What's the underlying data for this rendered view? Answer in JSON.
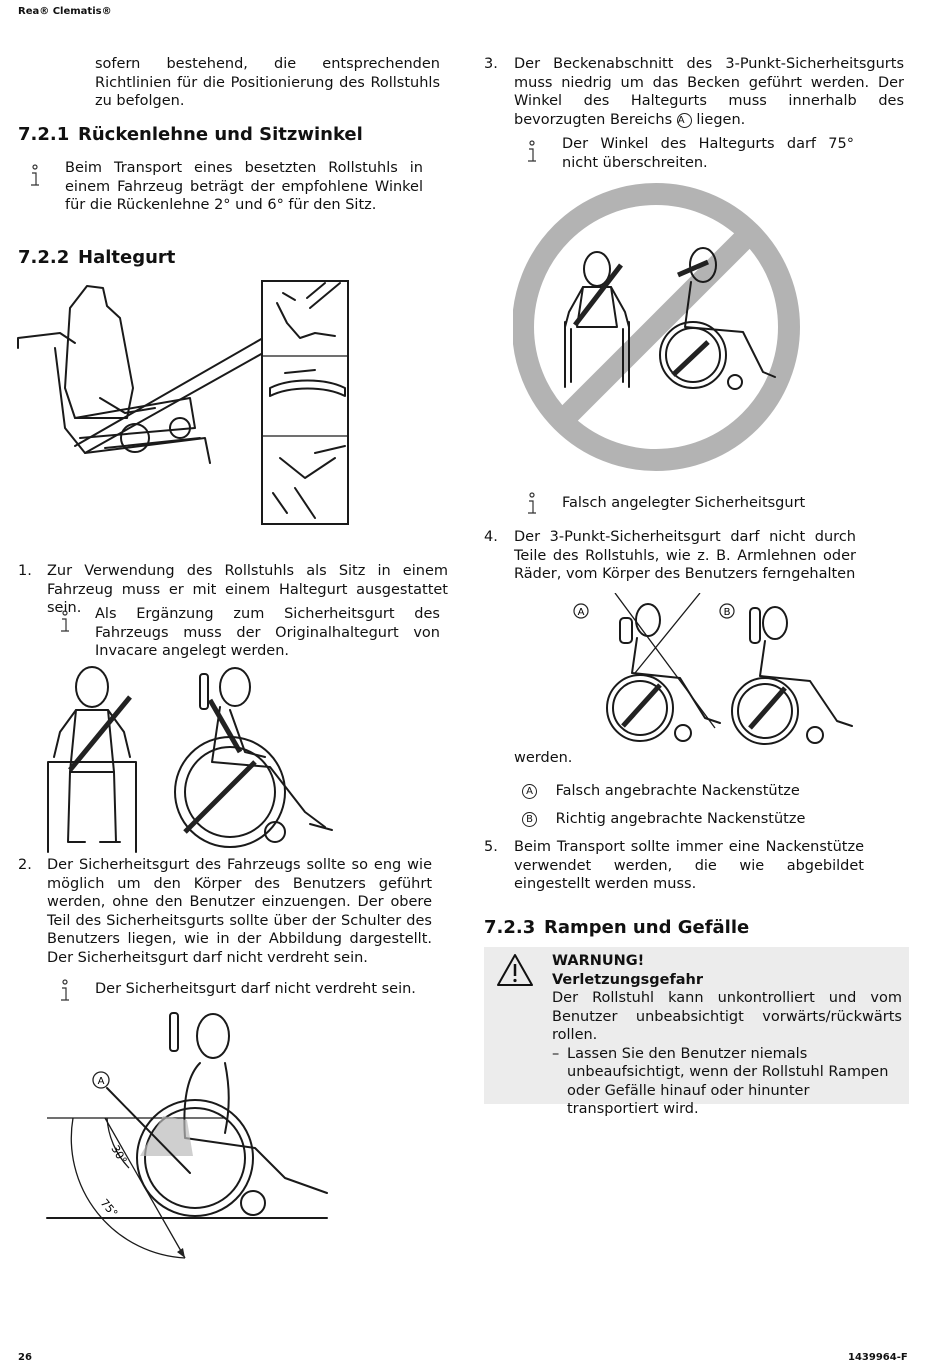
{
  "header": {
    "brand": "Rea® Clematis®"
  },
  "footer": {
    "page_number": "26",
    "doc_number": "1439964-F"
  },
  "left": {
    "intro": "sofern bestehend, die entsprechenden Richtlinien für die Positionierung des Rollstuhls zu befolgen.",
    "s721": {
      "number": "7.2.1",
      "title": "Rückenlehne und Sitzwinkel",
      "info": "Beim Transport eines besetzten Rollstuhls in einem Fahrzeug beträgt der empfohlene Winkel für die Rückenlehne 2° und 6° für den Sitz."
    },
    "s722": {
      "number": "7.2.2",
      "title": "Haltegurt"
    },
    "step1": {
      "num": "1.",
      "text": "Zur Verwendung des Rollstuhls als Sitz in einem Fahrzeug muss er mit einem Haltegurt ausgestattet sein.",
      "info": "Als Ergänzung zum Sicherheitsgurt des Fahrzeugs muss der Originalhaltegurt von Invacare angelegt werden."
    },
    "step2": {
      "num": "2.",
      "text": "Der Sicherheitsgurt des Fahrzeugs sollte so eng wie möglich um den Körper des Benutzers geführt werden, ohne den Benutzer einzuengen. Der obere Teil des Sicherheitsgurts sollte über der Schulter des Benutzers liegen, wie in der Abbildung dargestellt. Der Sicherheitsgurt darf nicht verdreht sein.",
      "info": "Der Sicherheitsgurt darf nicht verdreht sein."
    },
    "angle_figure": {
      "label_a": "A",
      "angle1": "30°",
      "angle2": "75°"
    }
  },
  "right": {
    "step3": {
      "num": "3.",
      "text_before": "Der Beckenabschnitt des 3-Punkt-Sicherheitsgurts muss niedrig um das Becken geführt werden. Der Winkel des Haltegurts muss innerhalb des bevorzugten Bereichs",
      "marker": "A",
      "text_after": "liegen.",
      "info": "Der Winkel des Haltegurts darf 75° nicht überschreiten."
    },
    "wrong_belt_caption": "Falsch angelegter Sicherheitsgurt",
    "step4": {
      "num": "4.",
      "text": "Der 3-Punkt-Sicherheitsgurt darf nicht durch Teile des Rollstuhls, wie z. B. Armlehnen oder Räder, vom Körper des Benutzers ferngehalten",
      "text_end": "werden.",
      "label_a": "A",
      "label_b": "B"
    },
    "legend": [
      {
        "marker": "A",
        "text": "Falsch angebrachte Nackenstütze"
      },
      {
        "marker": "B",
        "text": "Richtig angebrachte Nackenstütze"
      }
    ],
    "step5": {
      "num": "5.",
      "text": "Beim Transport sollte immer eine Nackenstütze verwendet werden, die wie abgebildet eingestellt werden muss."
    },
    "s723": {
      "number": "7.2.3",
      "title": "Rampen und Gefälle"
    },
    "warning": {
      "title": "WARNUNG!",
      "subtitle": "Verletzungsgefahr",
      "text": "Der Rollstuhl kann unkontrolliert und vom Benutzer unbeabsichtigt vorwärts/rückwärts rollen.",
      "dash": "–",
      "bullet": "Lassen Sie den Benutzer niemals unbeaufsichtigt, wenn der Rollstuhl Rampen oder Gefälle hinauf oder hinunter transportiert wird."
    }
  }
}
